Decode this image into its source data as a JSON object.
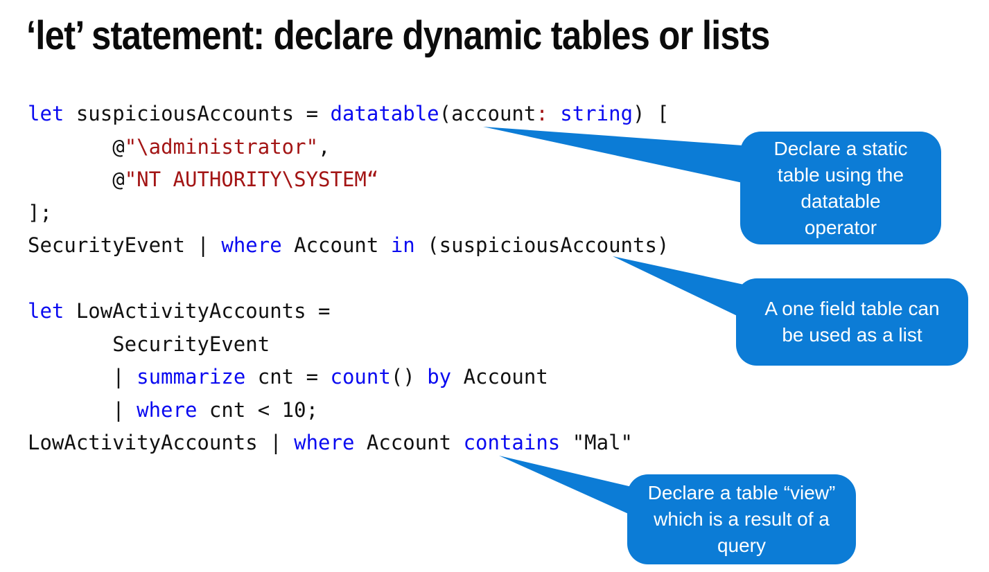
{
  "title": "‘let’ statement: declare dynamic tables or lists",
  "colors": {
    "page_bg": "#ffffff",
    "title": "#0b0b0b",
    "code_text": "#111111",
    "code_keyword": "#0a0af0",
    "code_string": "#a31515",
    "callout_bg": "#0c7cd6",
    "callout_text": "#ffffff"
  },
  "code": {
    "language": "kusto",
    "lines": [
      {
        "segments": [
          {
            "t": "let",
            "c": "k"
          },
          {
            "t": " suspiciousAccounts = ",
            "c": "t"
          },
          {
            "t": "datatable",
            "c": "k"
          },
          {
            "t": "(account",
            "c": "t"
          },
          {
            "t": ":",
            "c": "s"
          },
          {
            "t": " ",
            "c": "t"
          },
          {
            "t": "string",
            "c": "k"
          },
          {
            "t": ") [",
            "c": "t"
          }
        ]
      },
      {
        "segments": [
          {
            "t": "       @",
            "c": "t"
          },
          {
            "t": "\"\\administrator\"",
            "c": "s"
          },
          {
            "t": ",",
            "c": "t"
          }
        ]
      },
      {
        "segments": [
          {
            "t": "       @",
            "c": "t"
          },
          {
            "t": "\"NT AUTHORITY\\SYSTEM“",
            "c": "s"
          }
        ]
      },
      {
        "segments": [
          {
            "t": "];",
            "c": "t"
          }
        ]
      },
      {
        "segments": [
          {
            "t": "SecurityEvent | ",
            "c": "t"
          },
          {
            "t": "where",
            "c": "k"
          },
          {
            "t": " Account ",
            "c": "t"
          },
          {
            "t": "in",
            "c": "k"
          },
          {
            "t": " (suspiciousAccounts)",
            "c": "t"
          }
        ]
      },
      {
        "segments": []
      },
      {
        "segments": [
          {
            "t": "let",
            "c": "k"
          },
          {
            "t": " LowActivityAccounts =",
            "c": "t"
          }
        ]
      },
      {
        "segments": [
          {
            "t": "       SecurityEvent",
            "c": "t"
          }
        ]
      },
      {
        "segments": [
          {
            "t": "       | ",
            "c": "t"
          },
          {
            "t": "summarize",
            "c": "k"
          },
          {
            "t": " cnt = ",
            "c": "t"
          },
          {
            "t": "count",
            "c": "k"
          },
          {
            "t": "() ",
            "c": "t"
          },
          {
            "t": "by",
            "c": "k"
          },
          {
            "t": " Account",
            "c": "t"
          }
        ]
      },
      {
        "segments": [
          {
            "t": "       | ",
            "c": "t"
          },
          {
            "t": "where",
            "c": "k"
          },
          {
            "t": " cnt < 10;",
            "c": "t"
          }
        ]
      },
      {
        "segments": [
          {
            "t": "LowActivityAccounts | ",
            "c": "t"
          },
          {
            "t": "where",
            "c": "k"
          },
          {
            "t": " Account ",
            "c": "t"
          },
          {
            "t": "contains",
            "c": "k"
          },
          {
            "t": " \"Mal\"",
            "c": "t"
          }
        ]
      }
    ]
  },
  "callouts": [
    {
      "id": "datatable",
      "text": "Declare a static\ntable using the\ndatatable\noperator"
    },
    {
      "id": "list",
      "text": "A one field table can\nbe used as a list"
    },
    {
      "id": "view",
      "text": "Declare a table “view”\nwhich is a result of a\nquery"
    }
  ]
}
